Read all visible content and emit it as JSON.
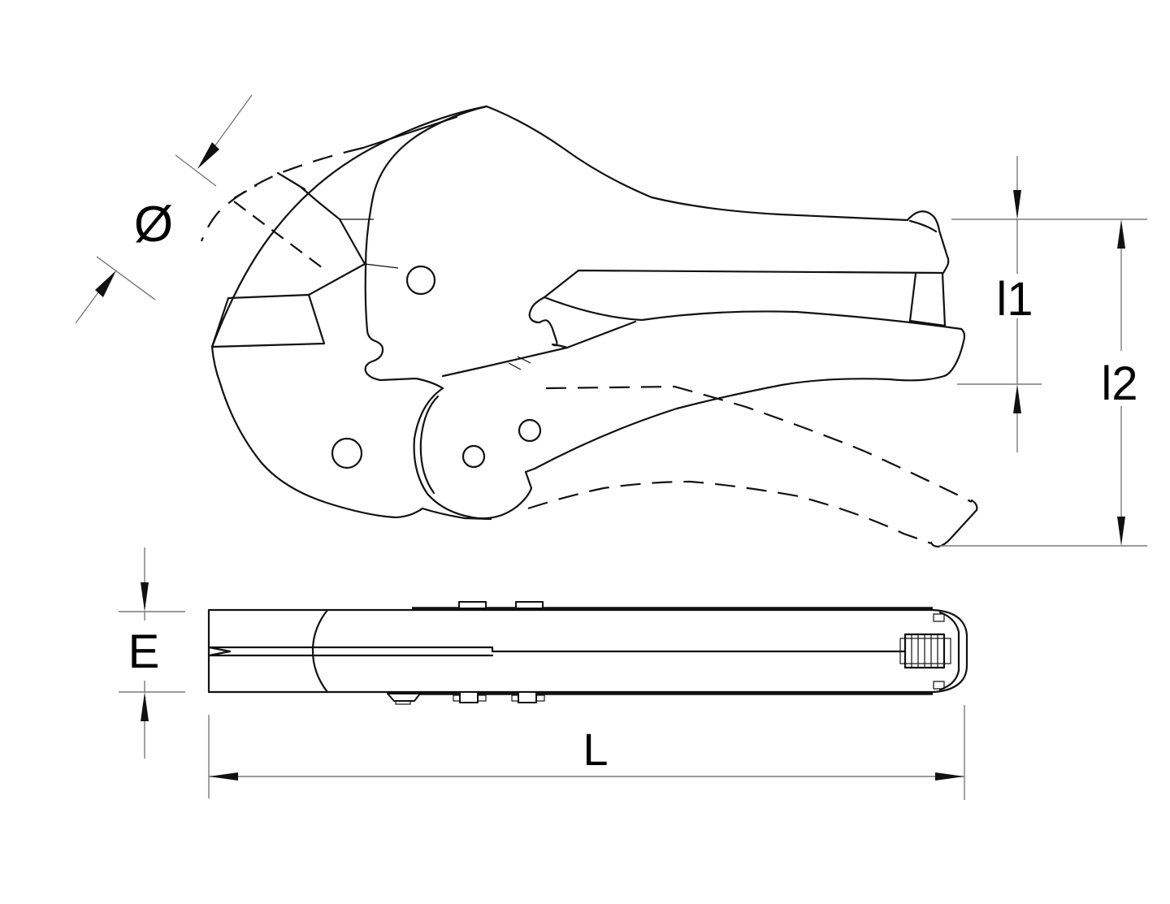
{
  "drawing": {
    "background_color": "#ffffff",
    "object_line_color": "#111111",
    "dimension_line_color": "#7a7a7a",
    "labels": {
      "diameter": "Ø",
      "l1": "l1",
      "l2": "l2",
      "thickness": "E",
      "length": "L"
    }
  }
}
